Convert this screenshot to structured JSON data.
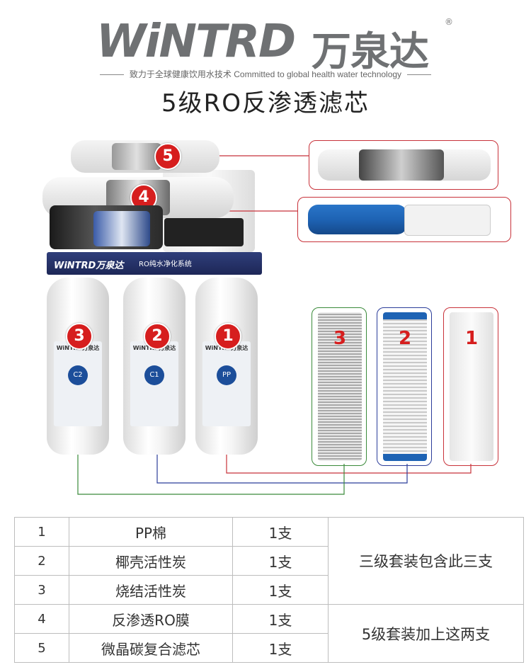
{
  "header": {
    "logo_en": "WiNTRD",
    "logo_cn": "万泉达",
    "registered_mark": "®",
    "tagline": "致力于全球健康饮用水技术 Committed to global health water technology",
    "title": "5级RO反渗透滤芯"
  },
  "image_labels": {
    "badge_5": "5",
    "badge_4": "4",
    "badge_3": "3",
    "badge_2": "2",
    "badge_1": "1",
    "panel_brand": "WiNTRD万泉达",
    "panel_text": "RO纯水净化系统",
    "housing_brand": "WiNTRD万泉达",
    "housing_c2": "C2",
    "housing_c1": "C1",
    "housing_pp": "PP",
    "cart_3": "3",
    "cart_2": "2",
    "cart_1": "1"
  },
  "colors": {
    "badge_red": "#d61e1e",
    "line_red": "#c8323a",
    "line_blue": "#2b3d9a",
    "line_green": "#3a8a3a",
    "membrane_blue": "#1e63b4"
  },
  "table": {
    "rows": [
      {
        "num": "1",
        "name": "PP棉",
        "qty": "1支"
      },
      {
        "num": "2",
        "name": "椰壳活性炭",
        "qty": "1支"
      },
      {
        "num": "3",
        "name": "烧结活性炭",
        "qty": "1支"
      },
      {
        "num": "4",
        "name": "反渗透RO膜",
        "qty": "1支"
      },
      {
        "num": "5",
        "name": "微晶碳复合滤芯",
        "qty": "1支"
      }
    ],
    "note_three": "三级套装包含此三支",
    "note_five": "5级套装加上这两支"
  }
}
